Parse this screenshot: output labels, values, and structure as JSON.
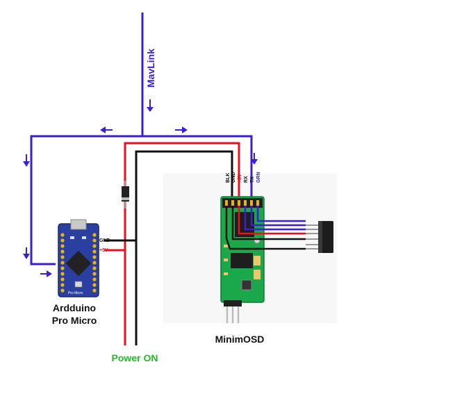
{
  "labels": {
    "mavlink": "MavLink",
    "arduino_line1": "Ardduino",
    "arduino_line2": "Pro  Micro",
    "minimosd": "MinimOSD",
    "power_on": "Power ON",
    "gnd": "GND",
    "plus5v": "+5V",
    "board_silk": "Pro Micro"
  },
  "osd_pins": [
    "BLK",
    "GND",
    "+5V",
    "RX",
    "TX",
    "GRN"
  ],
  "colors": {
    "mavlink_wire": "#3a1fd6",
    "power_wire": "#e8101c",
    "ground_wire": "#111111",
    "power_on_text": "#22bb22",
    "arduino_pcb": "#2a3fa0",
    "osd_pcb": "#1aa84a",
    "text": "#111111"
  }
}
